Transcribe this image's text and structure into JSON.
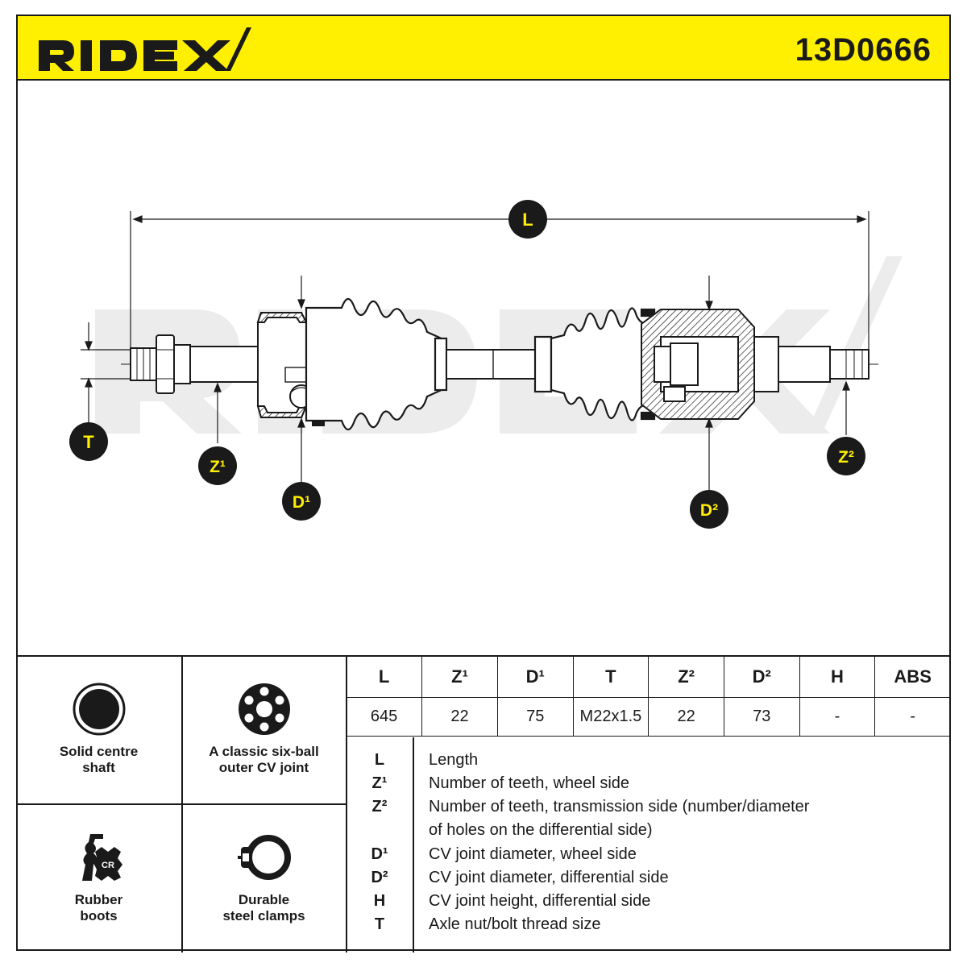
{
  "header": {
    "brand": "RIDEX",
    "part_number": "13D0666"
  },
  "drawing": {
    "watermark": "RIDEX",
    "callouts": {
      "L": "L",
      "T": "T",
      "Z1": "Z¹",
      "D1": "D¹",
      "Z2": "Z²",
      "D2": "D²"
    }
  },
  "features": [
    {
      "label": "Solid centre\nshaft",
      "icon": "solid-shaft-icon"
    },
    {
      "label": "A classic six-ball\nouter CV joint",
      "icon": "six-ball-joint-icon"
    },
    {
      "label": "Rubber\nboots",
      "icon": "rubber-boot-cr-icon",
      "badge": "CR"
    },
    {
      "label": "Durable\nsteel clamps",
      "icon": "steel-clamp-icon"
    }
  ],
  "spec_table": {
    "headers": [
      "L",
      "Z¹",
      "D¹",
      "T",
      "Z²",
      "D²",
      "H",
      "ABS"
    ],
    "values": [
      "645",
      "22",
      "75",
      "M22x1.5",
      "22",
      "73",
      "-",
      "-"
    ]
  },
  "legend": [
    {
      "key": "L",
      "desc": "Length"
    },
    {
      "key": "Z¹",
      "desc": "Number of teeth, wheel side"
    },
    {
      "key": "Z²",
      "desc": "Number of teeth, transmission side (number/diameter"
    },
    {
      "key": "",
      "desc": "of holes on the differential side)"
    },
    {
      "key": "D¹",
      "desc": "CV joint diameter, wheel side"
    },
    {
      "key": "D²",
      "desc": "CV joint diameter, differential side"
    },
    {
      "key": "H",
      "desc": "CV joint height, differential side"
    },
    {
      "key": "T",
      "desc": "Axle nut/bolt thread size"
    }
  ],
  "colors": {
    "header_yellow": "#ffef00",
    "ink": "#1a1a1a",
    "watermark": "#ececec",
    "callout_text": "#ffef00"
  }
}
